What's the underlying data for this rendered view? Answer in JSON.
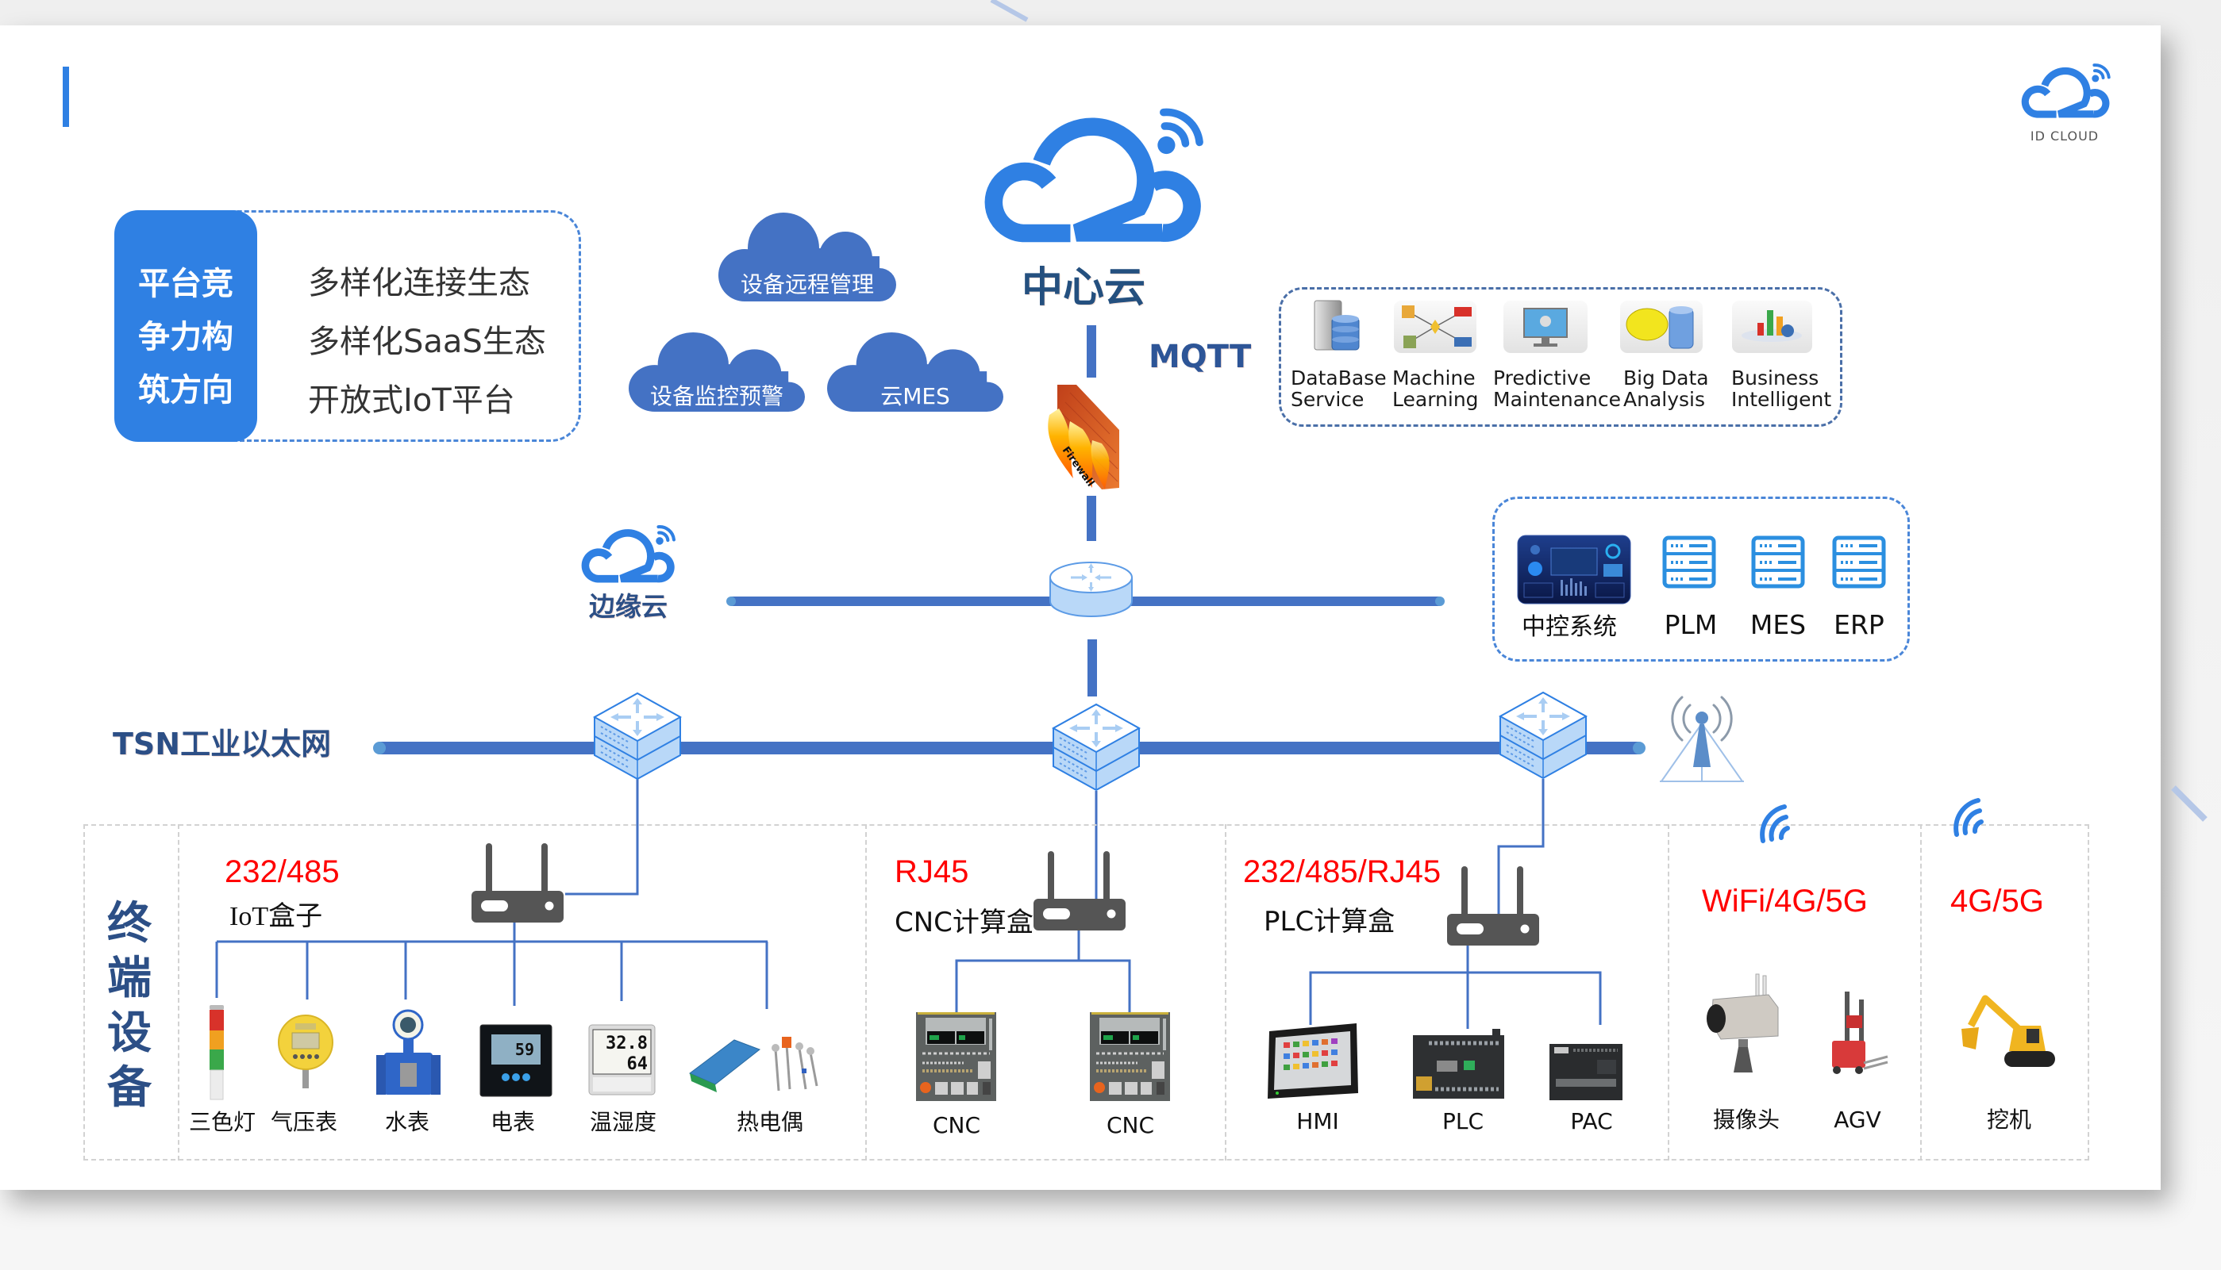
{
  "logo": {
    "text": "ID CLOUD",
    "icon": "id-cloud-logo-icon"
  },
  "platform": {
    "title_lines": [
      "平台竞",
      "争力构",
      "筑方向"
    ],
    "items": [
      "多样化连接生态",
      "多样化SaaS生态",
      "开放式IoT平台"
    ]
  },
  "cloud_apps": [
    "设备远程管理",
    "设备监控预警",
    "云MES"
  ],
  "center_cloud": {
    "label": "中心云",
    "protocol": "MQTT",
    "firewall": "Firewall"
  },
  "cloud_services": [
    {
      "line1": "DataBase",
      "line2": "Service",
      "icon": "database-icon"
    },
    {
      "line1": "Machine",
      "line2": "Learning",
      "icon": "machine-learning-icon"
    },
    {
      "line1": "Predictive",
      "line2": "Maintenance",
      "icon": "predictive-maintenance-icon"
    },
    {
      "line1": "Big Data",
      "line2": "Analysis",
      "icon": "big-data-icon"
    },
    {
      "line1": "Business",
      "line2": "Intelligent",
      "icon": "business-intelligence-icon"
    }
  ],
  "edge_cloud": {
    "label": "边缘云"
  },
  "enterprise_systems": [
    "中控系统",
    "PLM",
    "MES",
    "ERP"
  ],
  "tsn": {
    "label": "TSN工业以太网"
  },
  "terminal": {
    "title": [
      "终",
      "端",
      "设",
      "备"
    ],
    "iot": {
      "protocol": "232/485",
      "gateway": "IoT盒子",
      "devices": [
        "三色灯",
        "气压表",
        "水表",
        "电表",
        "温湿度",
        "热电偶"
      ]
    },
    "cnc": {
      "protocol": "RJ45",
      "gateway": "CNC计算盒",
      "devices": [
        "CNC",
        "CNC"
      ]
    },
    "plc": {
      "protocol": "232/485/RJ45",
      "gateway": "PLC计算盒",
      "devices": [
        "HMI",
        "PLC",
        "PAC"
      ]
    },
    "wireless": {
      "protocol": "WiFi/4G/5G",
      "devices": [
        "摄像头",
        "AGV"
      ]
    },
    "cellular": {
      "protocol": "4G/5G",
      "devices": [
        "挖机"
      ]
    }
  },
  "device_readouts": {
    "power_meter": "59",
    "hygrometer_temp": "32.8",
    "hygrometer_humidity": "64"
  },
  "colors": {
    "primary_blue": "#2f80e3",
    "network_blue": "#4472c4",
    "navy_text": "#2c4f86",
    "protocol_red": "#ff0000"
  }
}
